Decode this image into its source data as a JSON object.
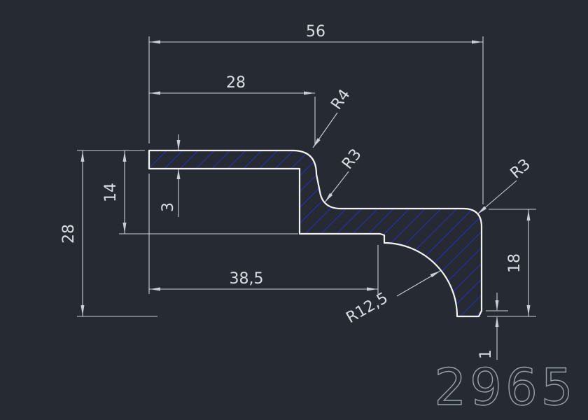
{
  "drawing": {
    "part_number": "2965",
    "labels": {
      "total_width": "56",
      "top_width": "28",
      "left_height": "28",
      "step_depth": "14",
      "plate_thickness": "3",
      "bottom_width": "38,5",
      "right_height": "18",
      "bottom_land": "1",
      "radius_top": "R4",
      "radius_step": "R3",
      "radius_corner": "R3",
      "radius_cove": "R12,5"
    },
    "colors": {
      "background": "#262b33",
      "profile_outline": "#f2f2f2",
      "hatch": "#2b2be0",
      "dimension": "#c9cfd6",
      "part_number": "#9aa2aa"
    }
  }
}
